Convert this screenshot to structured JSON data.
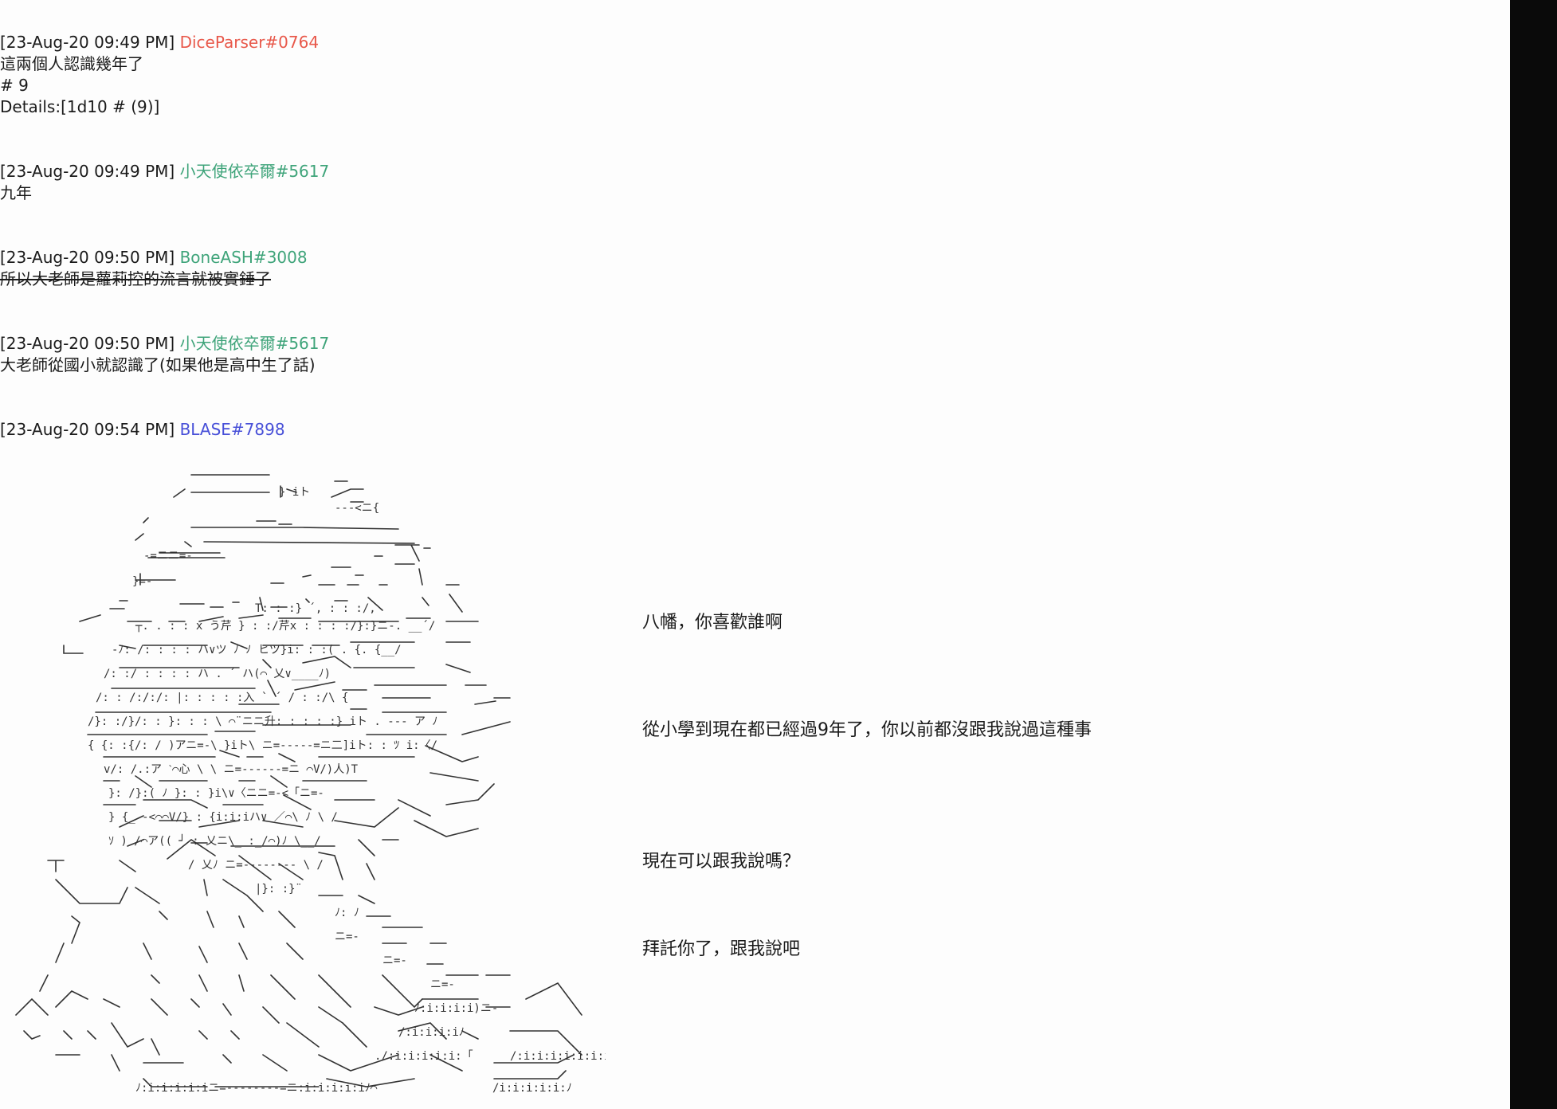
{
  "messages": [
    {
      "timestamp": "[23-Aug-20 09:49 PM]",
      "author": "DiceParser#0764",
      "author_color": "#e8584a",
      "lines": [
        "這兩個人認識幾年了",
        "# 9",
        "Details:[1d10 # (9)]"
      ]
    },
    {
      "timestamp": "[23-Aug-20 09:49 PM]",
      "author": "小天使依卒爾#5617",
      "author_color": "#3fa47a",
      "lines": [
        "九年"
      ]
    },
    {
      "timestamp": "[23-Aug-20 09:50 PM]",
      "author": "BoneASH#3008",
      "author_color": "#3fa47a",
      "lines": [
        "所以大老師是蘿莉控的流言就被實錘了"
      ],
      "strikethrough": true
    },
    {
      "timestamp": "[23-Aug-20 09:50 PM]",
      "author": "小天使依卒爾#5617",
      "author_color": "#3fa47a",
      "lines": [
        "大老師從國小就認識了(如果他是高中生了話)"
      ]
    },
    {
      "timestamp": "[23-Aug-20 09:54 PM]",
      "author": "BLASE#7898",
      "author_color": "#4850d8",
      "lines": []
    }
  ],
  "dialogue": [
    "八幡，你喜歡誰啊",
    "從小學到現在都已經過9年了，你以前都沒跟我說過這種事",
    "現在可以跟我說嗎？",
    "拜託你了，跟我說吧"
  ],
  "ascii_art": {
    "icon": "ascii-art-character"
  }
}
